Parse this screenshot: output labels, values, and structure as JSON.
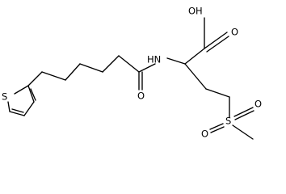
{
  "molecule": {
    "atoms": [
      {
        "id": "S_thio",
        "text": "S"
      },
      {
        "id": "O_hydroxyl",
        "text": "OH"
      },
      {
        "id": "O_acid_carbonyl",
        "text": "O"
      },
      {
        "id": "N_amide",
        "text": "HN"
      },
      {
        "id": "O_amide",
        "text": "O"
      },
      {
        "id": "S_sulfone",
        "text": "S"
      },
      {
        "id": "O_sulfone_1",
        "text": "O"
      },
      {
        "id": "O_sulfone_2",
        "text": "O"
      }
    ]
  }
}
